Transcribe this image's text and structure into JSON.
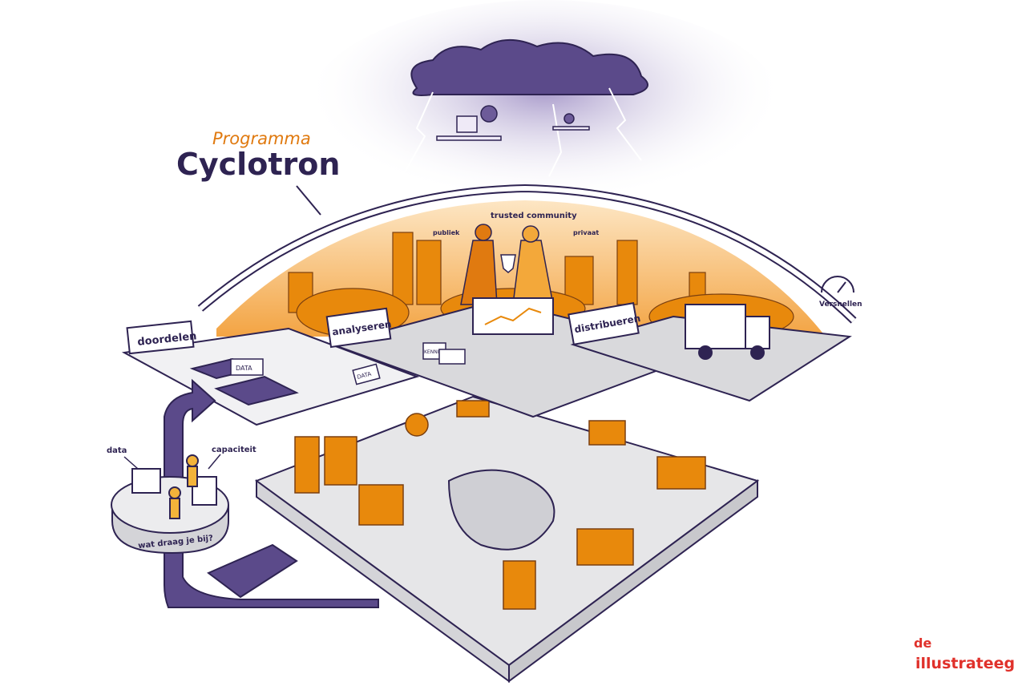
{
  "title": {
    "kicker": "Programma",
    "name": "Cyclotron"
  },
  "dome": {
    "label": "trusted community",
    "left": "publiek",
    "right": "privaat"
  },
  "gauge": {
    "label": "Versnellen"
  },
  "panels": [
    {
      "label": "doordelen"
    },
    {
      "label": "analyseren"
    },
    {
      "label": "distribueren"
    }
  ],
  "boxes": {
    "data1": "DATA",
    "data2": "DATA",
    "kennis": "KENNIS"
  },
  "contribution": {
    "data": "data",
    "capacity": "capaciteit",
    "question": "wat draag je bij?"
  },
  "logo": {
    "top": "de",
    "bottom": "illustrateeg"
  },
  "colors": {
    "purple": "#4b3a7a",
    "orange": "#e8890c",
    "light_orange": "#f6c27a",
    "gray": "#d9d9dc",
    "logo_red": "#e0312b"
  }
}
